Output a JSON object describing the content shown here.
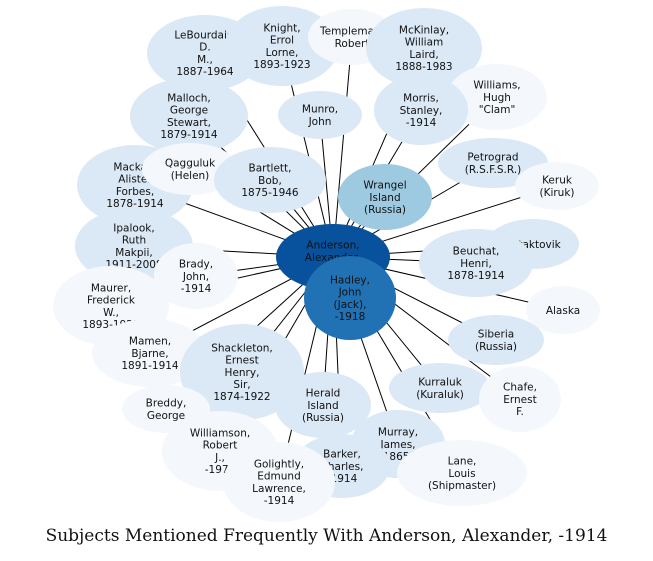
{
  "caption": "Subjects Mentioned Frequently With Anderson, Alexander, -1914",
  "colors": {
    "edge": "#000000",
    "level_very_light": "#f4f8fd",
    "level_light": "#dbe8f5",
    "level_medium": "#9ecae1",
    "level_strong": "#2171b5",
    "level_center": "#08519c"
  },
  "center": {
    "id": "anderson",
    "lines": [
      "Anderson,",
      "Alexander,",
      "-1914"
    ]
  },
  "nodes": [
    {
      "id": "lebourdais",
      "lines": [
        "LeBourdais,",
        "D.",
        "M.,",
        "1887-1964"
      ],
      "level": "light"
    },
    {
      "id": "knight",
      "lines": [
        "Knight,",
        "Errol",
        "Lorne,",
        "1893-1923"
      ],
      "level": "light"
    },
    {
      "id": "templeman",
      "lines": [
        "Templeman,",
        "Robert"
      ],
      "level": "very_light"
    },
    {
      "id": "mckinlay",
      "lines": [
        "McKinlay,",
        "William",
        "Laird,",
        "1888-1983"
      ],
      "level": "light"
    },
    {
      "id": "williams",
      "lines": [
        "Williams,",
        "Hugh",
        "\"Clam\""
      ],
      "level": "very_light"
    },
    {
      "id": "malloch",
      "lines": [
        "Malloch,",
        "George",
        "Stewart,",
        "1879-1914"
      ],
      "level": "light"
    },
    {
      "id": "munro",
      "lines": [
        "Munro,",
        "John"
      ],
      "level": "light"
    },
    {
      "id": "morris",
      "lines": [
        "Morris,",
        "Stanley,",
        "-1914"
      ],
      "level": "light"
    },
    {
      "id": "qagguluk",
      "lines": [
        "Qagguluk",
        "(Helen)"
      ],
      "level": "very_light"
    },
    {
      "id": "mackay",
      "lines": [
        "Mackay,",
        "Alister",
        "Forbes,",
        "1878-1914"
      ],
      "level": "light"
    },
    {
      "id": "bartlett",
      "lines": [
        "Bartlett,",
        "Bob,",
        "1875-1946"
      ],
      "level": "light"
    },
    {
      "id": "wrangel",
      "lines": [
        "Wrangel",
        "Island",
        "(Russia)"
      ],
      "level": "medium"
    },
    {
      "id": "petrograd",
      "lines": [
        "Petrograd",
        "(R.S.F.S.R.)"
      ],
      "level": "light"
    },
    {
      "id": "keruk",
      "lines": [
        "Keruk",
        "(Kiruk)"
      ],
      "level": "very_light"
    },
    {
      "id": "ipalook",
      "lines": [
        "Ipalook,",
        "Ruth",
        "Makpii,",
        "1911-2008"
      ],
      "level": "light"
    },
    {
      "id": "brady",
      "lines": [
        "Brady,",
        "John,",
        "-1914"
      ],
      "level": "very_light"
    },
    {
      "id": "beuchat",
      "lines": [
        "Beuchat,",
        "Henri,",
        "1878-1914"
      ],
      "level": "light"
    },
    {
      "id": "kataktovik",
      "lines": [
        "Kataktovik"
      ],
      "level": "light"
    },
    {
      "id": "maurer",
      "lines": [
        "Maurer,",
        "Frederick",
        "W.,",
        "1893-1923"
      ],
      "level": "very_light"
    },
    {
      "id": "hadley",
      "lines": [
        "Hadley,",
        "John",
        "(Jack),",
        "-1918"
      ],
      "level": "strong"
    },
    {
      "id": "alaska",
      "lines": [
        "Alaska"
      ],
      "level": "very_light"
    },
    {
      "id": "mamen",
      "lines": [
        "Mamen,",
        "Bjarne,",
        "1891-1914"
      ],
      "level": "very_light"
    },
    {
      "id": "shackleton",
      "lines": [
        "Shackleton,",
        "Ernest",
        "Henry,",
        "Sir,",
        "1874-1922"
      ],
      "level": "light"
    },
    {
      "id": "siberia",
      "lines": [
        "Siberia",
        "(Russia)"
      ],
      "level": "light"
    },
    {
      "id": "breddy",
      "lines": [
        "Breddy,",
        "George"
      ],
      "level": "very_light"
    },
    {
      "id": "herald",
      "lines": [
        "Herald",
        "Island",
        "(Russia)"
      ],
      "level": "light"
    },
    {
      "id": "kurraluk",
      "lines": [
        "Kurraluk",
        "(Kuraluk)"
      ],
      "level": "light"
    },
    {
      "id": "chafe",
      "lines": [
        "Chafe,",
        "Ernest",
        "F."
      ],
      "level": "very_light"
    },
    {
      "id": "williamson",
      "lines": [
        "Williamson,",
        "Robert",
        "J.,",
        "-1975"
      ],
      "level": "very_light"
    },
    {
      "id": "murray",
      "lines": [
        "Murray,",
        "James,",
        "1865-"
      ],
      "level": "light"
    },
    {
      "id": "barker",
      "lines": [
        "Barker,",
        "Charles,",
        "-1914"
      ],
      "level": "light"
    },
    {
      "id": "golightly",
      "lines": [
        "Golightly,",
        "Edmund",
        "Lawrence,",
        "-1914"
      ],
      "level": "very_light"
    },
    {
      "id": "lane",
      "lines": [
        "Lane,",
        "Louis",
        "(Shipmaster)"
      ],
      "level": "very_light"
    }
  ]
}
